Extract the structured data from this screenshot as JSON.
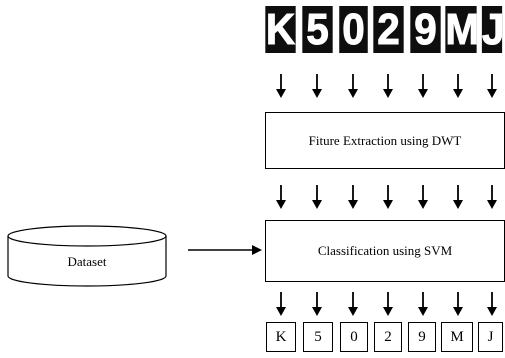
{
  "input_characters": [
    "K",
    "5",
    "0",
    "2",
    "9",
    "M",
    "J"
  ],
  "feature_box": {
    "label": "Fiture Extraction using DWT"
  },
  "classification_box": {
    "label": "Classification using SVM"
  },
  "dataset": {
    "label": "Dataset"
  },
  "output_characters": [
    "K",
    "5",
    "0",
    "2",
    "9",
    "M",
    "J"
  ],
  "colors": {
    "line": "#000000",
    "tile_bg": "#0e0e0e",
    "tile_fg": "#ffffff"
  }
}
